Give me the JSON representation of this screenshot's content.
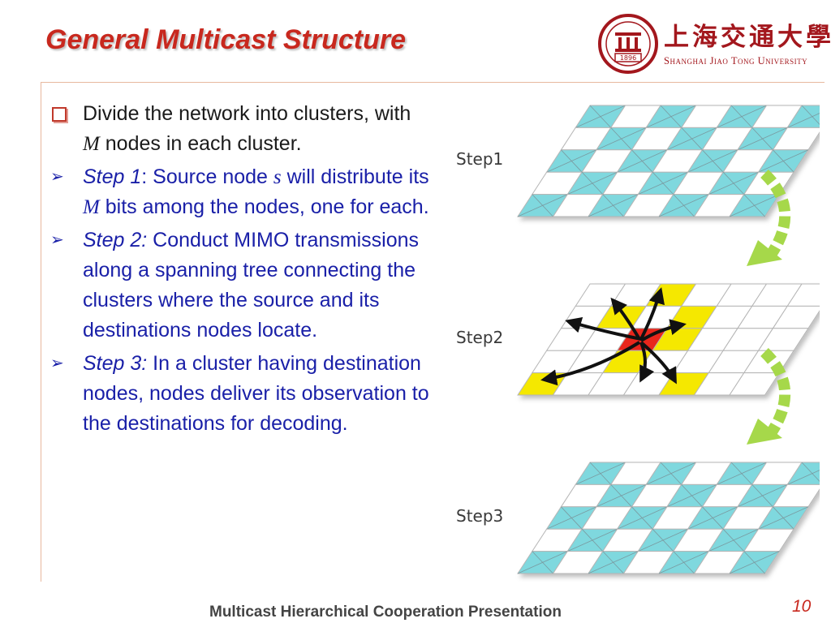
{
  "title": "General Multicast Structure",
  "logo": {
    "chinese": "上海交通大學",
    "english": "Shanghai Jiao Tong University",
    "year": "1896",
    "brand_color": "#a3171d"
  },
  "bullets": {
    "main": {
      "icon": "square-checkbox-icon",
      "text_1": "Divide the network into clusters, with ",
      "var": "M",
      "text_2": " nodes in each cluster."
    },
    "step1": {
      "icon": "arrowhead-bullet-icon",
      "label": "Step 1",
      "text_1": ": Source node ",
      "var_s": "s",
      "text_2": " will distribute its ",
      "var_m": "M",
      "text_3": " bits among the nodes, one for each."
    },
    "step2": {
      "icon": "arrowhead-bullet-icon",
      "label": "Step 2:",
      "text": " Conduct MIMO transmissions along a spanning tree connecting the clusters where the source and its destinations nodes locate."
    },
    "step3": {
      "icon": "arrowhead-bullet-icon",
      "label": "Step 3:",
      "text": " In a cluster having destination nodes, nodes deliver its observation to the destinations for decoding."
    }
  },
  "diagram": {
    "labels": {
      "step1": "Step1",
      "step2": "Step2",
      "step3": "Step3"
    },
    "colors": {
      "cyan_cell": "#7fd8de",
      "yellow_cell": "#f5e800",
      "source_cell": "#e8281e",
      "grid_line": "#b5b5b5",
      "arrow_green": "#a6d84a"
    }
  },
  "footer": "Multicast Hierarchical Cooperation Presentation",
  "page_number": "10",
  "colors": {
    "title": "#c8281e",
    "step_text": "#1a20a8",
    "main_text": "#1a1a1a"
  }
}
